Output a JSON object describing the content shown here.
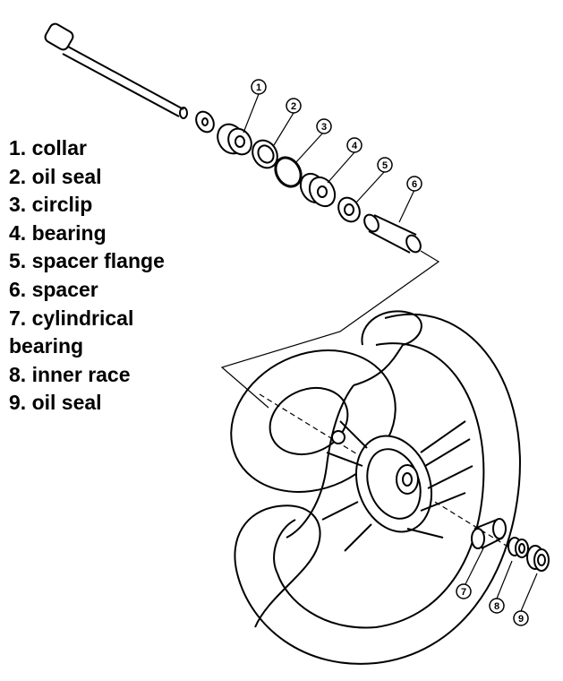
{
  "legend": [
    "1. collar",
    "2. oil seal",
    "3. circlip",
    "4. bearing",
    "5. spacer flange",
    "6. spacer",
    "7. cylindrical",
    "bearing",
    "8. inner race",
    "9. oil seal"
  ],
  "callouts": [
    "1",
    "2",
    "3",
    "4",
    "5",
    "6",
    "7",
    "8",
    "9"
  ]
}
